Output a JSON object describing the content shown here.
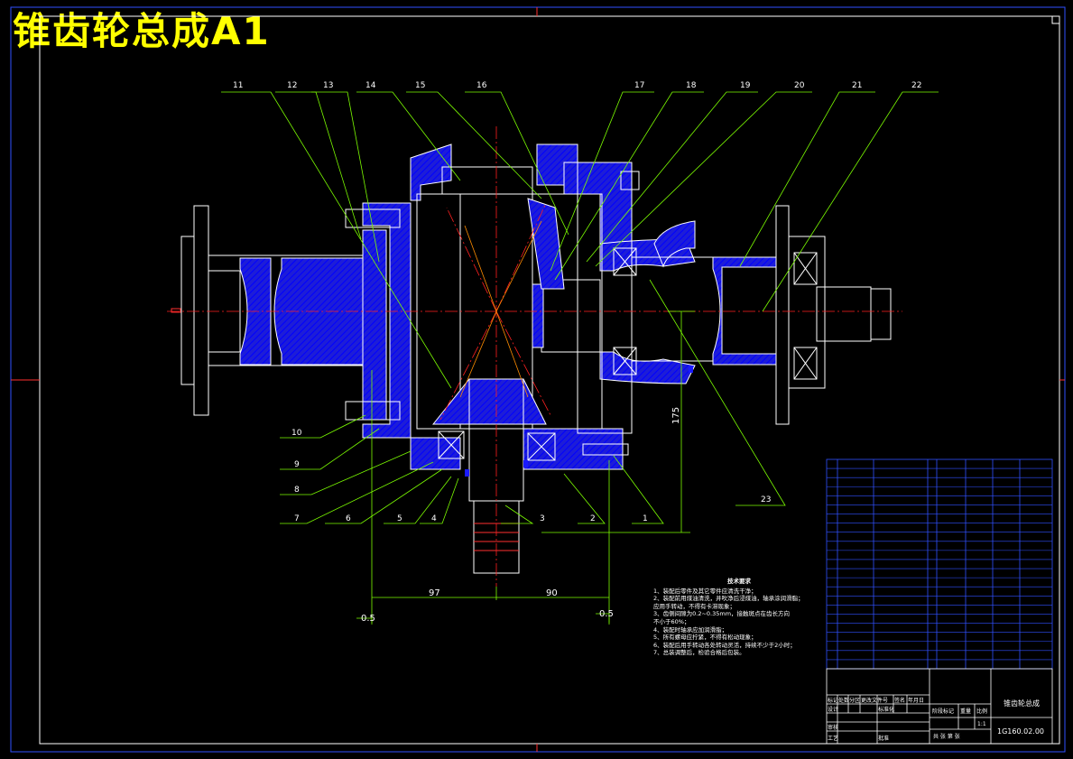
{
  "title": "锥齿轮总成A1",
  "callouts_top": [
    {
      "n": "11"
    },
    {
      "n": "12"
    },
    {
      "n": "13"
    },
    {
      "n": "14"
    },
    {
      "n": "15"
    },
    {
      "n": "16"
    },
    {
      "n": "17"
    },
    {
      "n": "18"
    },
    {
      "n": "19"
    },
    {
      "n": "20"
    },
    {
      "n": "21"
    },
    {
      "n": "22"
    }
  ],
  "callouts_left": [
    {
      "n": "10"
    },
    {
      "n": "9"
    },
    {
      "n": "8"
    },
    {
      "n": "7"
    }
  ],
  "callouts_bottom": [
    {
      "n": "6"
    },
    {
      "n": "5"
    },
    {
      "n": "4"
    },
    {
      "n": "3"
    },
    {
      "n": "2"
    },
    {
      "n": "1"
    }
  ],
  "callout_23": "23",
  "dimensions": {
    "left_width": "97",
    "right_width": "90",
    "height": "175",
    "tol_left": "0.5",
    "tol_right": "0.5"
  },
  "notes": {
    "heading": "技术要求",
    "lines": [
      "1、装配后零件及其它零件应清洗干净；",
      "2、装配前用煤油清洗，并吹净后浸煤油，轴承涂润滑脂；",
      "   应用手转动，不得有卡滞现象；",
      "3、齿侧间隙为0.2~0.35mm，接触斑点在齿长方向",
      "   不小于60%；",
      "4、装配时轴承应加润滑脂；",
      "5、所有螺母应拧紧，不得有松动现象；",
      "6、装配后用手转动各处转动灵活，持续不少于2小时；",
      "7、总装调整后，检验合格后包装。"
    ]
  },
  "title_block": {
    "drawing_name": "锥齿轮总成",
    "drawing_no": "1G160.02.00",
    "scale": "1:1",
    "mark_label": "阶段标记",
    "weight_label": "重量",
    "scale_label": "比例",
    "row_labels": [
      "标记",
      "处数",
      "分区",
      "更改文件号",
      "签名",
      "年月日"
    ],
    "design_label": "设计",
    "std_label": "标准化",
    "review_label": "审核",
    "process_label": "工艺",
    "approve_label": "批准",
    "sheet_label": "共  张  第  张"
  },
  "colors": {
    "outline": "#ffffff",
    "hatch": "#2c2cff",
    "leader": "#7cfc00",
    "center": "#ff2020",
    "title": "#ffff00",
    "border": "#3050ff"
  }
}
